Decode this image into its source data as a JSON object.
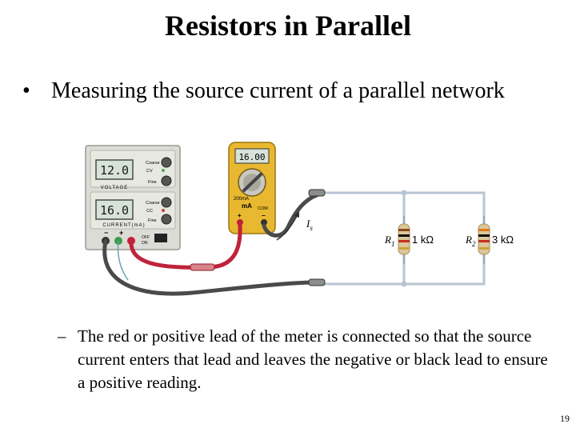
{
  "slide": {
    "title": "Resistors in Parallel",
    "bullet": "Measuring the source current of a parallel network",
    "sub_bullet": "The red or positive lead of the meter is connected so that the source current enters that lead and leaves the negative or black lead to ensure a positive reading.",
    "bullet_marker": "•",
    "sub_marker": "–",
    "page_number": "19"
  },
  "power_supply": {
    "voltage_display": "12.0",
    "current_display": "16.0",
    "voltage_label": "VOLTAGE",
    "current_label": "CURRENT(mA)",
    "coarse_label": "Coarse",
    "fine_label": "Fine",
    "cv_label": "CV",
    "cc_label": "CC",
    "off_label": "OFF",
    "on_label": "ON",
    "minus": "−",
    "plus": "+"
  },
  "multimeter": {
    "display": "16.00",
    "range_label": "200mA",
    "unit_label": "mA",
    "com_label": "COM",
    "plus": "+",
    "minus": "−"
  },
  "circuit": {
    "current_label": "I",
    "current_sub": "s",
    "r1_label": "R",
    "r1_sub": "1",
    "r1_value": "1 kΩ",
    "r2_label": "R",
    "r2_sub": "2",
    "r2_value": "3 kΩ"
  },
  "colors": {
    "red_lead": "#c0223a",
    "black_lead": "#4a4a4a",
    "meter_body": "#e8b830",
    "supply_panel": "#dcdcd6",
    "wire": "#b9c4d3"
  }
}
